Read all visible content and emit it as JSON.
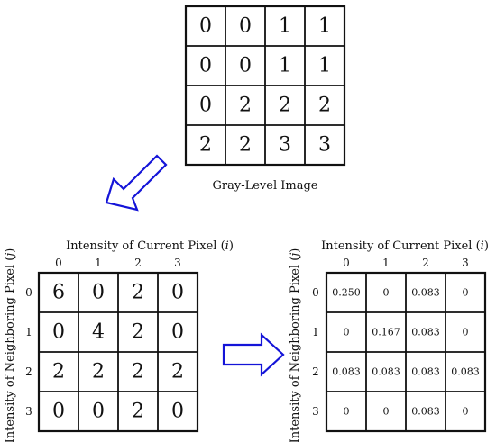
{
  "gray_image": {
    "caption": "Gray-Level Image",
    "cells": [
      [
        "0",
        "0",
        "1",
        "1"
      ],
      [
        "0",
        "0",
        "1",
        "1"
      ],
      [
        "0",
        "2",
        "2",
        "2"
      ],
      [
        "2",
        "2",
        "3",
        "3"
      ]
    ]
  },
  "count_matrix": {
    "x_label": "Intensity of Current Pixel (i)",
    "y_label": "Intensity of Neighboring Pixel (j)",
    "col_ticks": [
      "0",
      "1",
      "2",
      "3"
    ],
    "row_ticks": [
      "0",
      "1",
      "2",
      "3"
    ],
    "cells": [
      [
        "6",
        "0",
        "2",
        "0"
      ],
      [
        "0",
        "4",
        "2",
        "0"
      ],
      [
        "2",
        "2",
        "2",
        "2"
      ],
      [
        "0",
        "0",
        "2",
        "0"
      ]
    ]
  },
  "normalized_matrix": {
    "x_label": "Intensity of Current Pixel (i)",
    "y_label": "Intensity of Neighboring Pixel (j)",
    "col_ticks": [
      "0",
      "1",
      "2",
      "3"
    ],
    "row_ticks": [
      "0",
      "1",
      "2",
      "3"
    ],
    "cells": [
      [
        "0.250",
        "0",
        "0.083",
        "0"
      ],
      [
        "0",
        "0.167",
        "0.083",
        "0"
      ],
      [
        "0.083",
        "0.083",
        "0.083",
        "0.083"
      ],
      [
        "0",
        "0",
        "0.083",
        "0"
      ]
    ]
  },
  "colors": {
    "arrow_stroke": "#1414d8",
    "grid": "#111111",
    "text": "#111111"
  }
}
